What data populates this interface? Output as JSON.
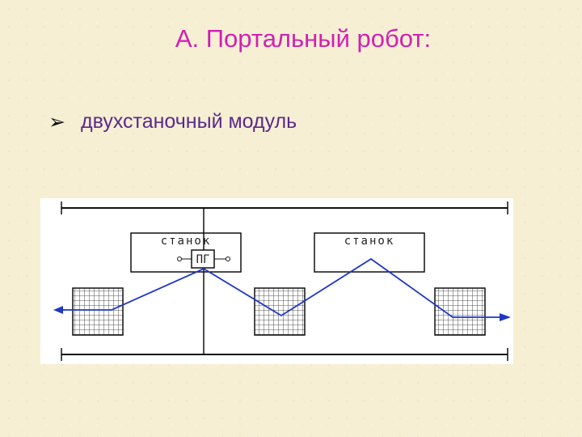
{
  "slide": {
    "title": "А. Портальный робот:",
    "bullet_text": "двухстаночный модуль"
  },
  "diagram": {
    "machines": [
      {
        "label": "станок"
      },
      {
        "label": "станок"
      }
    ],
    "gripper_label": "ПГ",
    "colors": {
      "title": "#d21fb3",
      "bullet_text": "#5a2a8a",
      "path": "#1f36c6",
      "lines": "#111111"
    }
  }
}
